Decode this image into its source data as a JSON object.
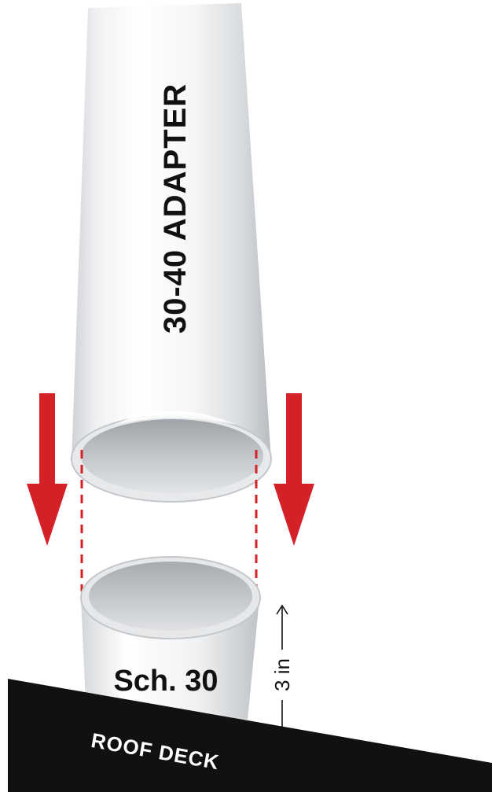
{
  "labels": {
    "adapter": "30-40 ADAPTER",
    "schedule": "Sch. 30",
    "dimension": "3 in",
    "deck": "ROOF DECK"
  },
  "colors": {
    "arrow": "#d42027",
    "guide": "#d42027",
    "deck": "#111111",
    "pipe_light": "#ffffff",
    "pipe_shade": "#c9ccd0",
    "pipe_inner": "#a9adb2"
  }
}
